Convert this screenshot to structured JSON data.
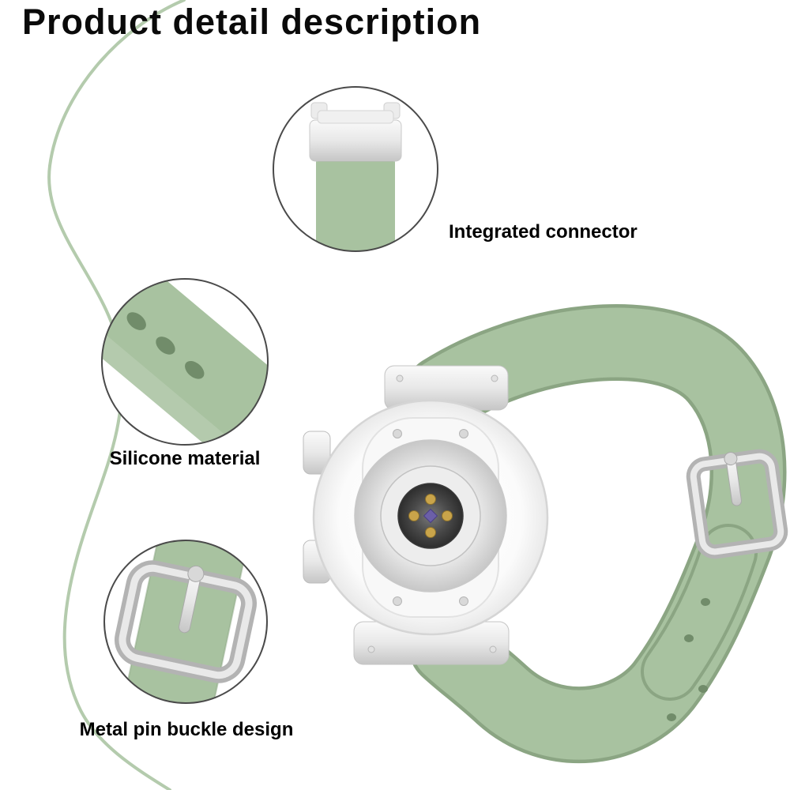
{
  "title": "Product detail description",
  "callouts": {
    "connector": {
      "label": "Integrated connector"
    },
    "silicone": {
      "label": "Silicone material"
    },
    "buckle": {
      "label": "Metal pin buckle design"
    }
  },
  "colors": {
    "band_green": "#a8c2a0",
    "band_green_edge": "#8ba583",
    "hole_green": "#718c6a",
    "curve_green": "#b4cbad",
    "metal_light": "#f2f2f2",
    "metal_mid": "#c9c9c9",
    "circle_outline": "#4a4a4a",
    "contact_gold": "#c9a44a",
    "sensor_purple": "#6b5fa8",
    "text_black": "#000000"
  }
}
